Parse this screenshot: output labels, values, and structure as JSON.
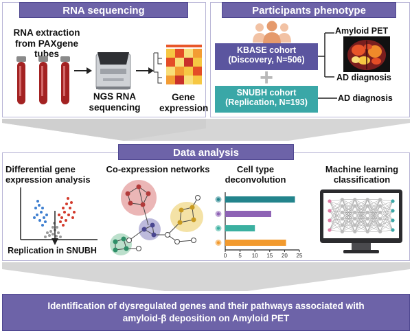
{
  "rna_panel": {
    "header": "RNA sequencing",
    "extraction_line1": "RNA extraction",
    "extraction_line2": "from PAXgene tubes",
    "ngs_line1": "NGS RNA",
    "ngs_line2": "sequencing",
    "gene_line1": "Gene",
    "gene_line2": "expression"
  },
  "phenotype_panel": {
    "header": "Participants phenotype",
    "kbase_line1": "KBASE cohort",
    "kbase_line2": "(Discovery, N=506)",
    "snubh_line1": "SNUBH cohort",
    "snubh_line2": "(Replication, N=193)",
    "amyloid_pet": "Amyloid PET",
    "ad_diagnosis_1": "AD diagnosis",
    "ad_diagnosis_2": "AD diagnosis",
    "plus": "+"
  },
  "analysis_panel": {
    "header": "Data analysis",
    "deg_line1": "Differential gene",
    "deg_line2": "expression analysis",
    "replication": "Replication in SNUBH",
    "coexp": "Co-expression networks",
    "cell_line1": "Cell type",
    "cell_line2": "deconvolution",
    "ml_line1": "Machine learning",
    "ml_line2": "classification"
  },
  "result": {
    "line1": "Identification of dysregulated genes and their pathways associated with",
    "line2": "amyloid-β deposition on Amyloid PET"
  },
  "colors": {
    "header": "#6d63a8",
    "kbase": "#5b559f",
    "snubh": "#3aa7a7",
    "tube": "#a32222",
    "bar_teal": "#23848c",
    "bar_purple": "#8e63b5",
    "bar_green": "#3bb0a0",
    "bar_orange": "#f29a2e"
  },
  "chart_data": {
    "type": "bar",
    "orientation": "horizontal",
    "categories": [
      "",
      "",
      "",
      ""
    ],
    "values": [
      23.5,
      15.5,
      10,
      20.5
    ],
    "xlim": [
      0,
      25
    ],
    "xticks": [
      "0",
      "5",
      "10",
      "15",
      "20",
      "25"
    ]
  }
}
